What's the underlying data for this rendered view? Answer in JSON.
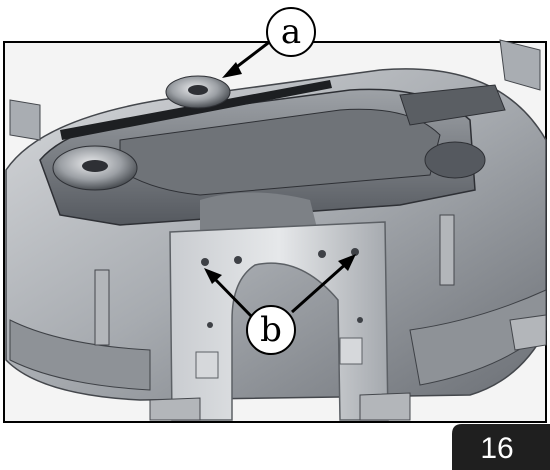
{
  "callouts": {
    "a": "a",
    "b": "b"
  },
  "page": {
    "number": "16"
  },
  "colors": {
    "page_tab": "#1f1f1f",
    "frame": "#000000",
    "metal_light": "#b9bcc0",
    "metal_dark": "#3e4146"
  }
}
